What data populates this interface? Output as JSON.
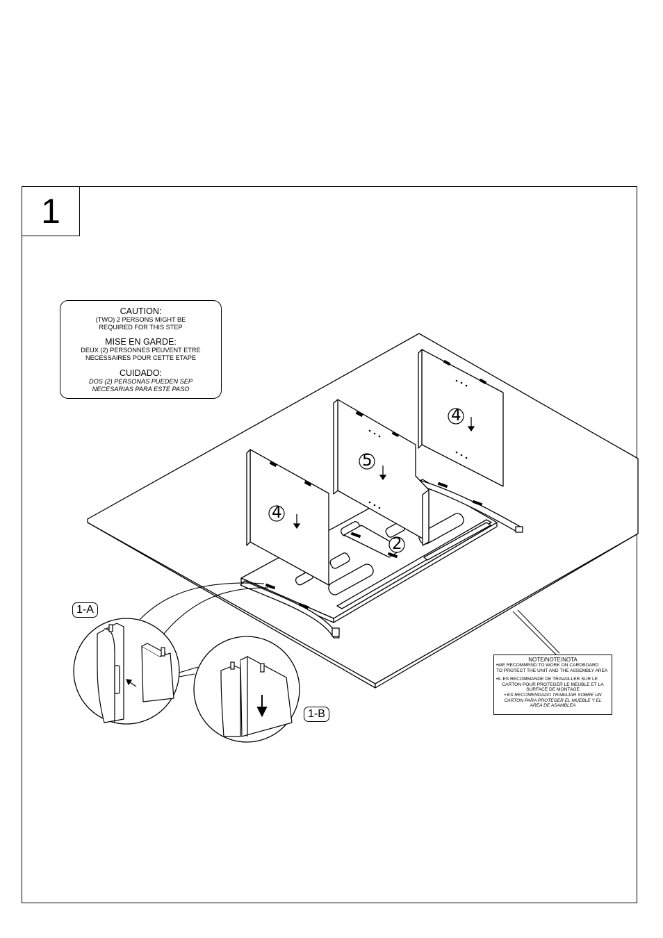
{
  "step": {
    "number": "1"
  },
  "caution": {
    "en_title": "CAUTION:",
    "en_text_1": "(TWO) 2 PERSONS MIGHT BE",
    "en_text_2": "REQUIRED FOR THIS STEP",
    "fr_title": "MISE EN GARDE:",
    "fr_text_1": "DEUX (2) PERSONNES PEUVENT ETRE",
    "fr_text_2": "NECESSAIRES POUR CETTE ETAPE",
    "es_title": "CUIDADO:",
    "es_text_1": "DOS (2) PERSONAS PUEDEN SEP",
    "es_text_2": "NECESARIAS PARA ESTE PASO",
    "icon": "two-persons-icon"
  },
  "parts": {
    "panel_left": "4",
    "panel_center": "5",
    "panel_right": "4",
    "base": "2"
  },
  "callouts": {
    "detail_a": "1-A",
    "detail_b": "1-B"
  },
  "note": {
    "title": "NOTE/NOTE/NOTA",
    "en_1": "•WE RECOMMEND TO WORK ON CARDBOARD",
    "en_2": "TO PROTECT THE UNIT AND THE ASSEMBLY AREA",
    "fr_1": "•IL ES RECOMMANDE DE TRAVAILLER SUR LE",
    "fr_2": "CARTON POUR PROTEGER LE MEUBLE ET LA",
    "fr_3": "SURFACE DE MONTAGE",
    "es_1": "• ES RECOMENDADO TRABAJAR SOBRE UN",
    "es_2": "CARTON PARA PROTEGER EL MUEBLE Y EL",
    "es_3": "AREA DE ASAMBLEA"
  }
}
